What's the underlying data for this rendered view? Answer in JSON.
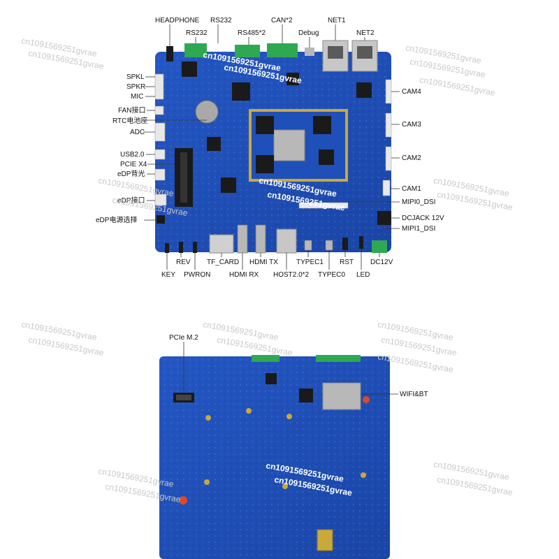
{
  "labels": {
    "headphone": "HEADPHONE",
    "rs232_top": "RS232",
    "rs232": "RS232",
    "rs485": "RS485*2",
    "can": "CAN*2",
    "debug": "Debug",
    "net1": "NET1",
    "net2": "NET2",
    "spkl": "SPKL",
    "spkr": "SPKR",
    "mic": "MIC",
    "fan": "FAN接口",
    "rtc": "RTC电池座",
    "adc": "ADC",
    "usb20": "USB2.0",
    "pcie_x4": "PCIE X4",
    "edp_backlight": "eDP背光",
    "edp_port": "eDP接口",
    "edp_power": "eDP电源选择",
    "cam4": "CAM4",
    "cam3": "CAM3",
    "cam2": "CAM2",
    "cam1": "CAM1",
    "mipi0_dsi": "MIPI0_DSI",
    "dcjack": "DCJACK 12V",
    "mipi1_dsi": "MIPI1_DSI",
    "key": "KEY",
    "rev": "REV",
    "pwron": "PWRON",
    "tf_card": "TF_CARD",
    "hdmi_rx": "HDMI RX",
    "hdmi_tx": "HDMI TX",
    "host20": "HOST2.0*2",
    "typec1": "TYPEC1",
    "typec0": "TYPEC0",
    "rst": "RST",
    "led": "LED",
    "dc12v": "DC12V",
    "pcie_m2": "PCIe M.2",
    "wifi_bt": "WIFI&BT"
  },
  "watermark": "cn1091569251gvrae",
  "colors": {
    "pcb_blue": "#1f4fb8",
    "pcb_dark": "#173f9a",
    "connector_green": "#2fa852",
    "chip_black": "#1a1a1a",
    "gold": "#c9a93a",
    "silver": "#b8b8b8"
  }
}
